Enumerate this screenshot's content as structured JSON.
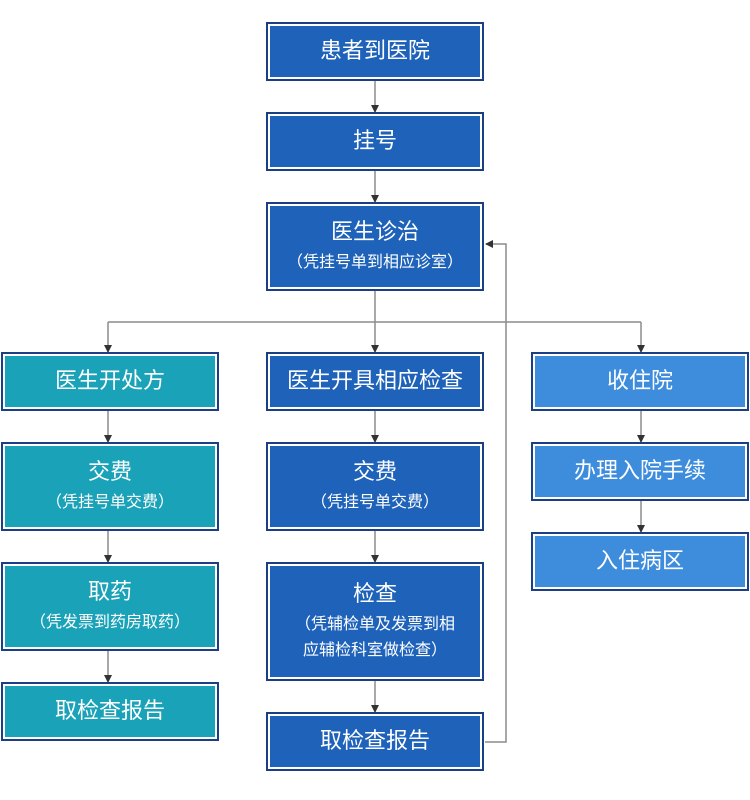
{
  "flow": {
    "arrive": {
      "title": "患者到医院"
    },
    "register": {
      "title": "挂号"
    },
    "diagnose": {
      "title": "医生诊治",
      "note": "（凭挂号单到相应诊室）"
    },
    "left": {
      "prescribe": {
        "title": "医生开处方"
      },
      "pay": {
        "title": "交费",
        "note": "（凭挂号单交费）"
      },
      "medicine": {
        "title": "取药",
        "note": "（凭发票到药房取药）"
      },
      "report": {
        "title": "取检查报告"
      }
    },
    "middle": {
      "exam_order": {
        "title": "医生开具相应检查"
      },
      "pay": {
        "title": "交费",
        "note": "（凭挂号单交费）"
      },
      "check": {
        "title": "检查",
        "note_line1": "（凭辅检单及发票到相",
        "note_line2": "应辅检科室做检查）"
      },
      "report": {
        "title": "取检查报告"
      }
    },
    "right": {
      "admit": {
        "title": "收住院"
      },
      "procedures": {
        "title": "办理入院手续"
      },
      "ward": {
        "title": "入住病区"
      }
    }
  },
  "colors": {
    "dark_box": "#1e62ba",
    "teal_box": "#1aa2b8",
    "light_box": "#3e8ddd",
    "border": "#1b3f86",
    "connector": "#8c8c8c",
    "arrowhead": "#333333"
  }
}
